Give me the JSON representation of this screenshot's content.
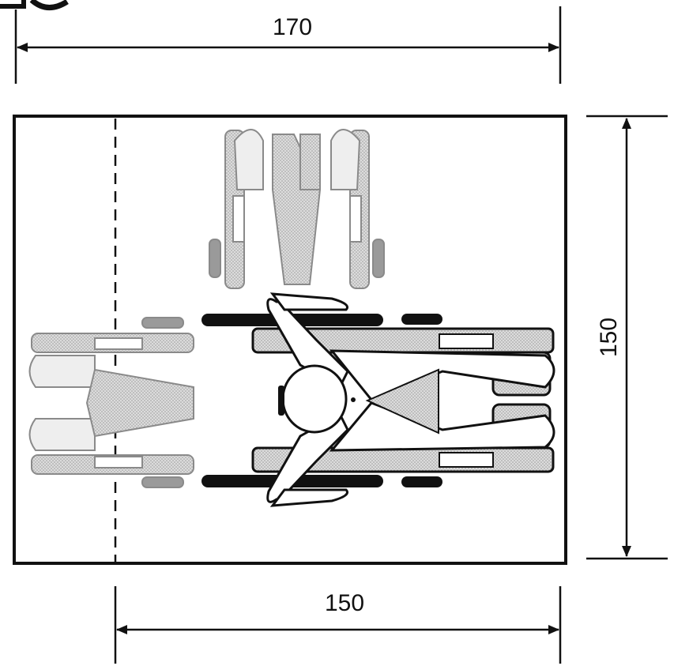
{
  "dimensions": {
    "top_width": "170",
    "bottom_width": "150",
    "right_height": "150"
  },
  "colors": {
    "line": "#111111",
    "ghost_fill": "#c8c8c8",
    "ghost_stroke": "#8a8a8a",
    "chair_fill": "#d0d0d0",
    "wheel": "#111111"
  }
}
